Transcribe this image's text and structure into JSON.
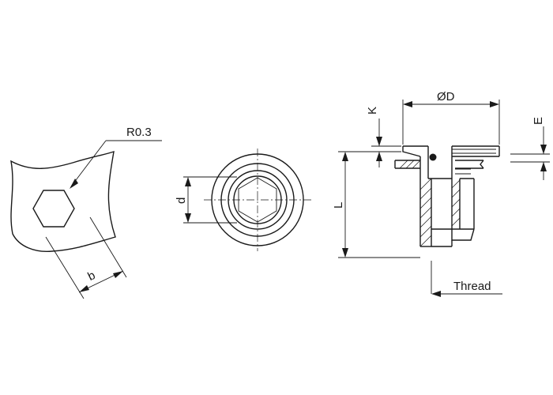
{
  "labels": {
    "radius": "R0.3",
    "hex_width": "b",
    "inner_diameter": "d",
    "outer_diameter": "ØD",
    "head_thickness": "K",
    "length": "L",
    "clearance": "E",
    "thread": "Thread"
  }
}
